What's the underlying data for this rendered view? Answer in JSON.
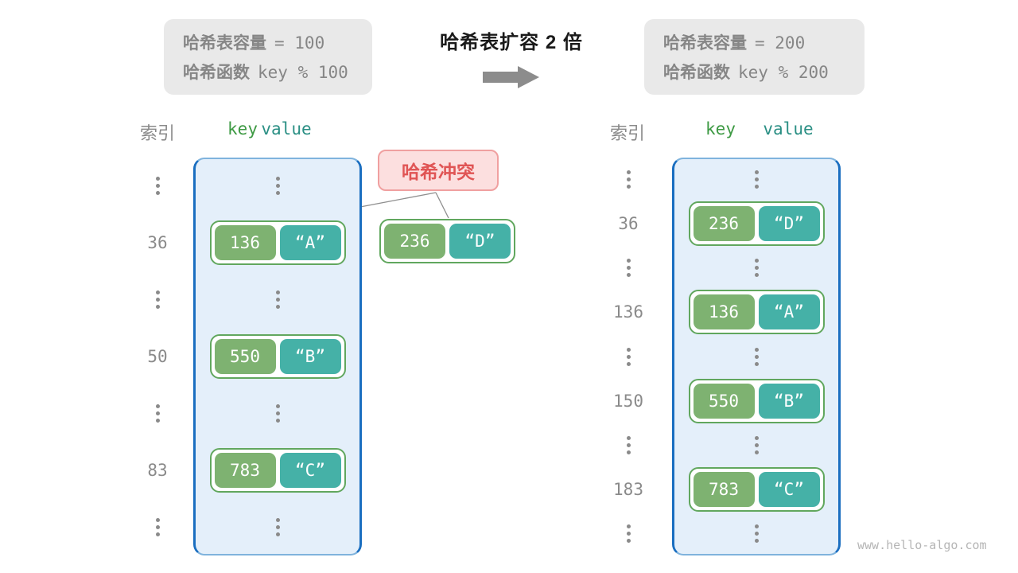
{
  "title": "哈希表扩容 2 倍",
  "watermark": "www.hello-algo.com",
  "collision_label": "哈希冲突",
  "info_left": {
    "lines": [
      {
        "label": "哈希表容量",
        "code": "= 100"
      },
      {
        "label": "哈希函数",
        "code": "key % 100"
      }
    ]
  },
  "info_right": {
    "lines": [
      {
        "label": "哈希表容量",
        "code": "= 200"
      },
      {
        "label": "哈希函数",
        "code": "key % 200"
      }
    ]
  },
  "floating_entry": {
    "key": "236",
    "value": "“D”"
  },
  "left_table": {
    "headers": {
      "index": "索引",
      "key": "key",
      "value": "value"
    },
    "rows": [
      {
        "type": "ellipsis"
      },
      {
        "type": "entry",
        "index": "36",
        "key": "136",
        "value": "“A”"
      },
      {
        "type": "ellipsis"
      },
      {
        "type": "entry",
        "index": "50",
        "key": "550",
        "value": "“B”"
      },
      {
        "type": "ellipsis"
      },
      {
        "type": "entry",
        "index": "83",
        "key": "783",
        "value": "“C”"
      },
      {
        "type": "ellipsis"
      }
    ]
  },
  "right_table": {
    "headers": {
      "index": "索引",
      "key": "key",
      "value": "value"
    },
    "rows": [
      {
        "type": "ellipsis"
      },
      {
        "type": "entry",
        "index": "36",
        "key": "236",
        "value": "“D”"
      },
      {
        "type": "ellipsis"
      },
      {
        "type": "entry",
        "index": "136",
        "key": "136",
        "value": "“A”"
      },
      {
        "type": "ellipsis"
      },
      {
        "type": "entry",
        "index": "150",
        "key": "550",
        "value": "“B”"
      },
      {
        "type": "ellipsis"
      },
      {
        "type": "entry",
        "index": "183",
        "key": "783",
        "value": "“C”"
      },
      {
        "type": "ellipsis"
      }
    ]
  },
  "colors": {
    "key_green": "#7eb271",
    "value_teal": "#45b1a7",
    "pair_border_green": "#61a75e",
    "container_border_blue": "#1a6ec0",
    "container_fill_blue": "#e4effa",
    "collision_text_red": "#e05555",
    "collision_bg_pink": "#fcdfdf",
    "info_box_gray": "#e9e9e9",
    "text_gray": "#8a8a8a",
    "header_key_green": "#3e9a44",
    "header_value_teal": "#2a8f84"
  }
}
